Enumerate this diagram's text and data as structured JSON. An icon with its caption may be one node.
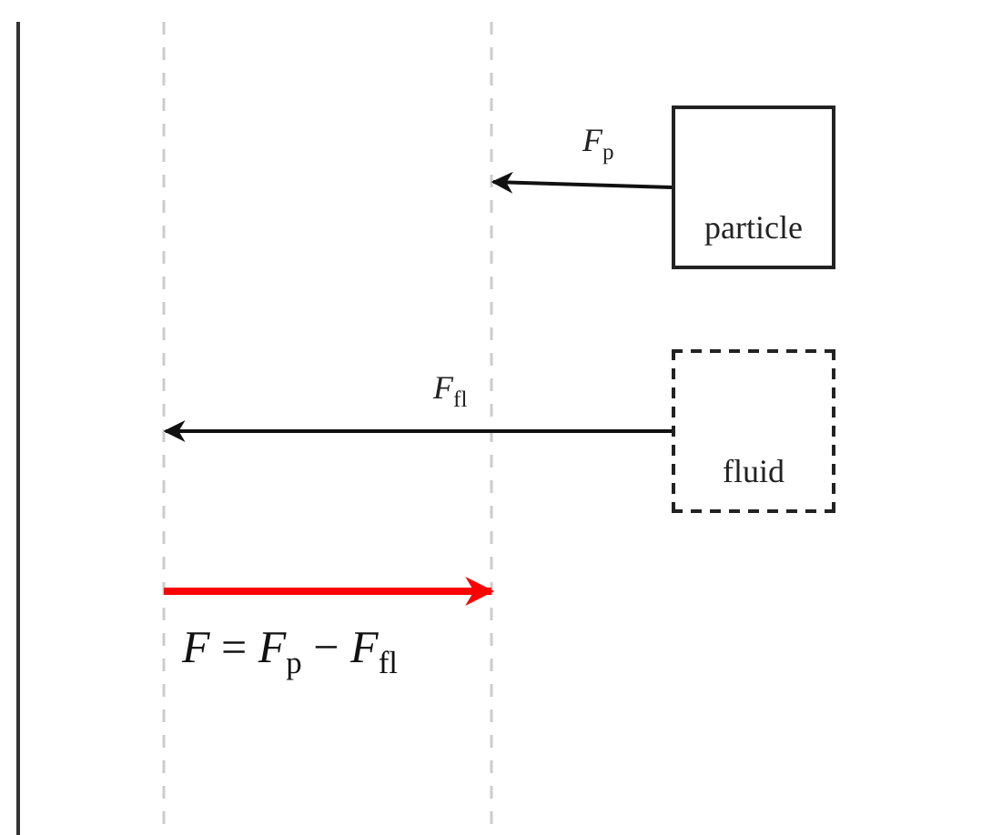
{
  "diagram": {
    "nodes": [
      {
        "text": [
          "particle"
        ]
      },
      {
        "text": [
          "fluid"
        ]
      }
    ],
    "edges": [
      {
        "from": 0,
        "to": null,
        "arrow": "to",
        "label": "*F*$_{p}$"
      },
      {
        "from": 1,
        "to": null,
        "arrow": "to",
        "label": "*F*$_{fl}$"
      }
    ],
    "labels": [
      "*F* = *F*$_{p}$ − *F*$_{fl}$"
    ]
  }
}
